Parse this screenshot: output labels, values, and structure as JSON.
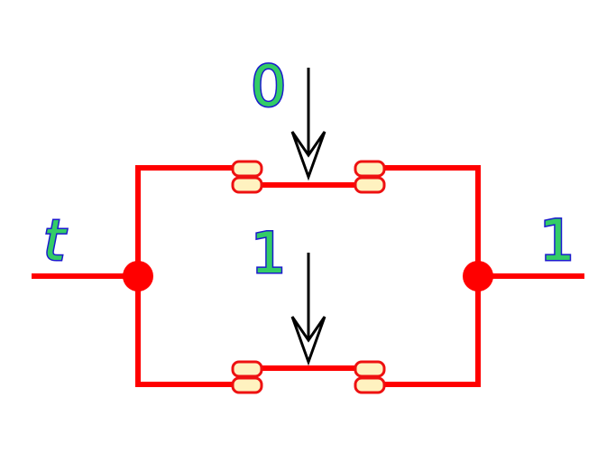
{
  "labels": {
    "input": "t",
    "output": "1",
    "top_control": "0",
    "bottom_control": "1"
  },
  "colors": {
    "wire": "#ff0000",
    "contact_fill": "#fff2c0",
    "label_fill": "#33cc66",
    "label_stroke": "#1a1acc",
    "arrow": "#000000"
  }
}
